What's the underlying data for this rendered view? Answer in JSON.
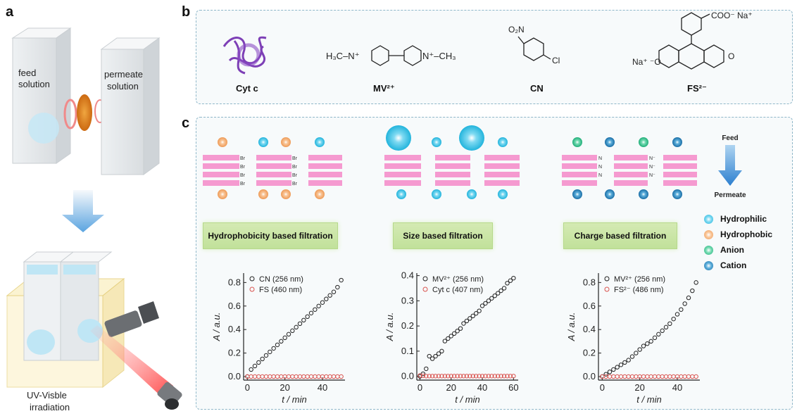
{
  "panel_labels": {
    "a": "a",
    "b": "b",
    "c": "c"
  },
  "panel_a": {
    "feed_label_1": "feed",
    "feed_label_2": "solution",
    "permeate_label_1": "permeate",
    "permeate_label_2": "solution",
    "uv_label_1": "UV-Visble",
    "uv_label_2": "irradiation"
  },
  "panel_b": {
    "molecules": [
      {
        "name": "Cyt c"
      },
      {
        "name": "MV²⁺",
        "formula_left": "H₃C–N⁺",
        "formula_right": "N⁺–CH₃"
      },
      {
        "name": "CN",
        "substituent_1": "O₂N",
        "substituent_2": "Cl"
      },
      {
        "name": "FS²⁻",
        "group_1": "COO⁻ Na⁺",
        "group_2": "Na⁺ ⁻O",
        "group_3": "O"
      }
    ]
  },
  "panel_c": {
    "membrane_labels": {
      "br": "Br",
      "n": "N",
      "n_minus": "N⁻"
    },
    "banners": [
      "Hydrophobicity based filtration",
      "Size based filtration",
      "Charge based filtration"
    ],
    "flow": {
      "top": "Feed",
      "bottom": "Permeate"
    },
    "legend": [
      {
        "label": "Hydrophilic",
        "color": "#36c3e6"
      },
      {
        "label": "Hydrophobic",
        "color": "#f2a76a"
      },
      {
        "label": "Anion",
        "color": "#2fbf8c"
      },
      {
        "label": "Cation",
        "color": "#1e7fb8"
      }
    ]
  },
  "chart_data": [
    {
      "type": "scatter",
      "xlabel": "t / min",
      "ylabel": "A / a.u.",
      "xlim": [
        -2,
        52
      ],
      "ylim": [
        -0.03,
        0.88
      ],
      "xticks": [
        0,
        20,
        40
      ],
      "yticks": [
        0.0,
        0.2,
        0.4,
        0.6,
        0.8
      ],
      "tick_labels_x": [
        "0",
        "20",
        "40"
      ],
      "tick_labels_y": [
        "0.0",
        "0.2",
        "0.4",
        "0.6",
        "0.8"
      ],
      "series": [
        {
          "name": "CN (256 nm)",
          "color": "#222222",
          "x": [
            0,
            2,
            4,
            6,
            8,
            10,
            12,
            14,
            16,
            18,
            20,
            22,
            24,
            26,
            28,
            30,
            32,
            34,
            36,
            38,
            40,
            42,
            44,
            46,
            48,
            50
          ],
          "y": [
            0.0,
            0.06,
            0.09,
            0.12,
            0.15,
            0.18,
            0.21,
            0.24,
            0.27,
            0.3,
            0.33,
            0.36,
            0.39,
            0.42,
            0.45,
            0.48,
            0.51,
            0.54,
            0.57,
            0.6,
            0.63,
            0.66,
            0.69,
            0.72,
            0.76,
            0.82
          ]
        },
        {
          "name": "FS (460 nm)",
          "color": "#d9534f",
          "x": [
            0,
            2,
            4,
            6,
            8,
            10,
            12,
            14,
            16,
            18,
            20,
            22,
            24,
            26,
            28,
            30,
            32,
            34,
            36,
            38,
            40,
            42,
            44,
            46,
            48,
            50
          ],
          "y": [
            0,
            0,
            0,
            0,
            0,
            0,
            0,
            0,
            0,
            0,
            0,
            0,
            0,
            0,
            0,
            0,
            0,
            0,
            0,
            0,
            0,
            0,
            0,
            0,
            0,
            0
          ]
        }
      ]
    },
    {
      "type": "scatter",
      "xlabel": "t / min",
      "ylabel": "A / a.u.",
      "xlim": [
        -2,
        63
      ],
      "ylim": [
        -0.015,
        0.41
      ],
      "xticks": [
        0,
        20,
        40,
        60
      ],
      "yticks": [
        0.0,
        0.1,
        0.2,
        0.3,
        0.4
      ],
      "tick_labels_x": [
        "0",
        "20",
        "40",
        "60"
      ],
      "tick_labels_y": [
        "0.0",
        "0.1",
        "0.2",
        "0.3",
        "0.4"
      ],
      "series": [
        {
          "name": "MV²⁺ (256 nm)",
          "color": "#222222",
          "x": [
            0,
            2,
            4,
            6,
            8,
            10,
            12,
            14,
            16,
            18,
            20,
            22,
            24,
            26,
            28,
            30,
            32,
            34,
            36,
            38,
            40,
            42,
            44,
            46,
            48,
            50,
            52,
            54,
            56,
            58,
            60
          ],
          "y": [
            0.0,
            0.01,
            0.03,
            0.08,
            0.07,
            0.08,
            0.09,
            0.1,
            0.14,
            0.15,
            0.16,
            0.17,
            0.18,
            0.19,
            0.21,
            0.22,
            0.23,
            0.24,
            0.25,
            0.26,
            0.28,
            0.29,
            0.3,
            0.31,
            0.32,
            0.33,
            0.34,
            0.35,
            0.37,
            0.38,
            0.39
          ]
        },
        {
          "name": "Cyt c (407 nm)",
          "color": "#d9534f",
          "x": [
            0,
            2,
            4,
            6,
            8,
            10,
            12,
            14,
            16,
            18,
            20,
            22,
            24,
            26,
            28,
            30,
            32,
            34,
            36,
            38,
            40,
            42,
            44,
            46,
            48,
            50,
            52,
            54,
            56,
            58,
            60
          ],
          "y": [
            0.003,
            0.002,
            0.001,
            0.001,
            0.001,
            0.001,
            0.001,
            0.001,
            0.001,
            0.001,
            0.001,
            0.001,
            0.001,
            0.001,
            0.001,
            0.001,
            0.001,
            0.001,
            0.001,
            0.001,
            0.001,
            0.001,
            0.001,
            0.001,
            0.001,
            0.001,
            0.001,
            0.001,
            0.001,
            0.001,
            0.001
          ]
        }
      ]
    },
    {
      "type": "scatter",
      "xlabel": "t / min",
      "ylabel": "A / a.u.",
      "xlim": [
        -2,
        52
      ],
      "ylim": [
        -0.03,
        0.88
      ],
      "xticks": [
        0,
        20,
        40
      ],
      "yticks": [
        0.0,
        0.2,
        0.4,
        0.6,
        0.8
      ],
      "tick_labels_x": [
        "0",
        "20",
        "40"
      ],
      "tick_labels_y": [
        "0.0",
        "0.2",
        "0.4",
        "0.6",
        "0.8"
      ],
      "series": [
        {
          "name": "MV²⁺ (256 nm)",
          "color": "#222222",
          "x": [
            0,
            2,
            4,
            6,
            8,
            10,
            12,
            14,
            16,
            18,
            20,
            22,
            24,
            26,
            28,
            30,
            32,
            34,
            36,
            38,
            40,
            42,
            44,
            46,
            48,
            50
          ],
          "y": [
            0.0,
            0.02,
            0.04,
            0.06,
            0.08,
            0.1,
            0.12,
            0.14,
            0.17,
            0.2,
            0.23,
            0.26,
            0.28,
            0.3,
            0.33,
            0.36,
            0.39,
            0.42,
            0.45,
            0.49,
            0.53,
            0.57,
            0.62,
            0.67,
            0.73,
            0.8
          ]
        },
        {
          "name": "FS²⁻ (486 nm)",
          "color": "#d9534f",
          "x": [
            0,
            2,
            4,
            6,
            8,
            10,
            12,
            14,
            16,
            18,
            20,
            22,
            24,
            26,
            28,
            30,
            32,
            34,
            36,
            38,
            40,
            42,
            44,
            46,
            48,
            50
          ],
          "y": [
            0,
            0,
            0,
            0,
            0,
            0,
            0,
            0,
            0,
            0,
            0,
            0,
            0,
            0,
            0,
            0,
            0,
            0,
            0,
            0,
            0,
            0,
            0,
            0,
            0,
            0
          ]
        }
      ]
    }
  ]
}
